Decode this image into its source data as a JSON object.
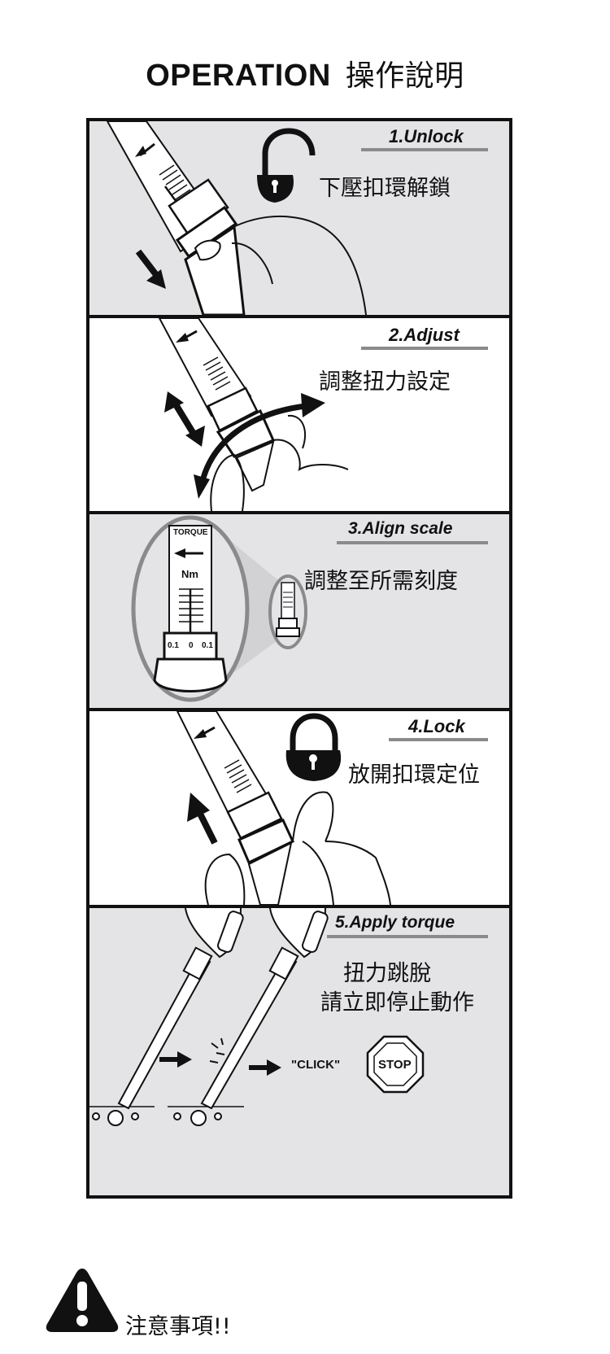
{
  "header": {
    "title": "OPERATION",
    "title_cjk": "操作說明"
  },
  "steps": [
    {
      "label": "1.Unlock",
      "caption": "下壓扣環解鎖"
    },
    {
      "label": "2.Adjust",
      "caption": "調整扭力設定"
    },
    {
      "label": "3.Align scale",
      "caption": "調整至所需刻度"
    },
    {
      "label": "4.Lock",
      "caption": "放開扣環定位"
    },
    {
      "label": "5.Apply torque",
      "caption_line1": "扭力跳脫",
      "caption_line2": "請立即停止動作"
    }
  ],
  "wrench": {
    "torque": "TORQUE",
    "unit": "Nm",
    "scale": [
      "0.1",
      "0",
      "0.1"
    ]
  },
  "apply": {
    "click_text": "\"CLICK\"",
    "stop_text": "STOP"
  },
  "warning": {
    "text": "注意事項!!",
    "icon": "warning-triangle-icon"
  },
  "colors": {
    "panel_grey": "#e4e4e7",
    "frame": "#111111",
    "underline": "#8a8a8d"
  }
}
